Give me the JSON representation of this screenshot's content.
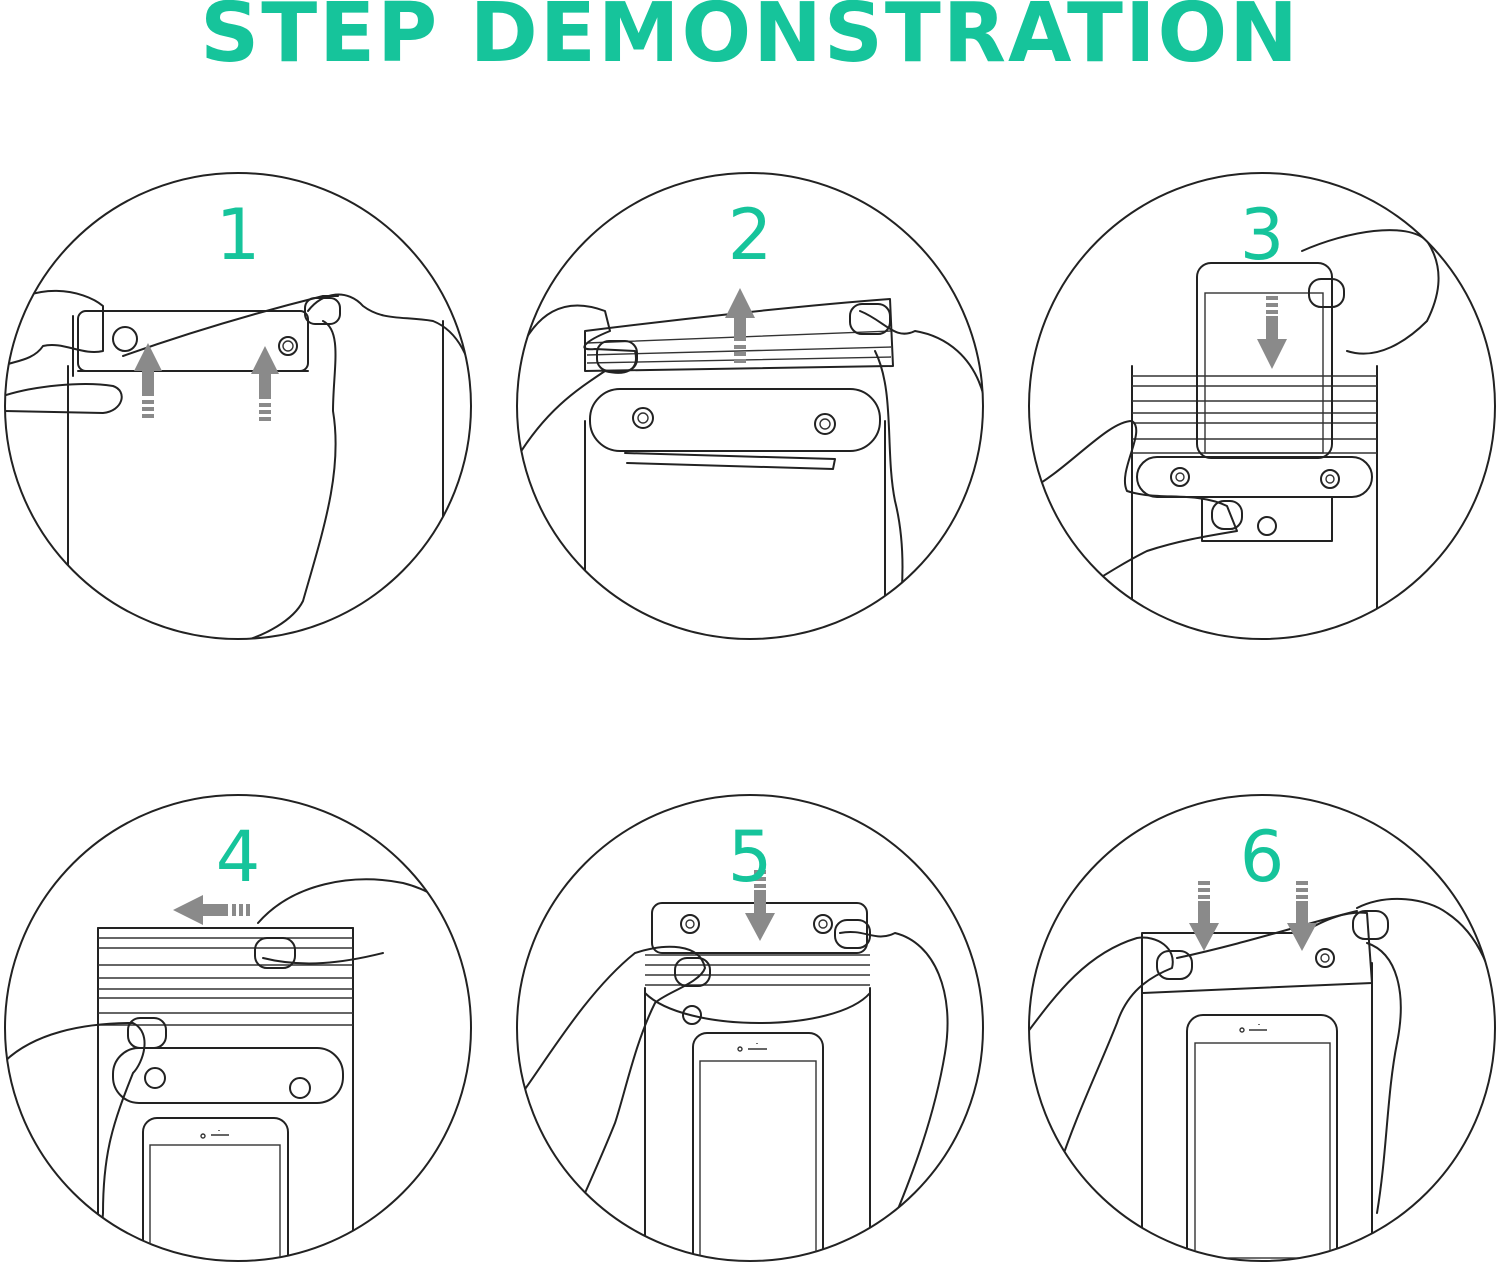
{
  "title": "STEP DEMONSTRATION",
  "colors": {
    "accent": "#16c49b",
    "line": "#222222",
    "arrow": "#8a8a8a"
  },
  "steps": [
    {
      "number": "1"
    },
    {
      "number": "2"
    },
    {
      "number": "3"
    },
    {
      "number": "4"
    },
    {
      "number": "5"
    },
    {
      "number": "6"
    }
  ]
}
